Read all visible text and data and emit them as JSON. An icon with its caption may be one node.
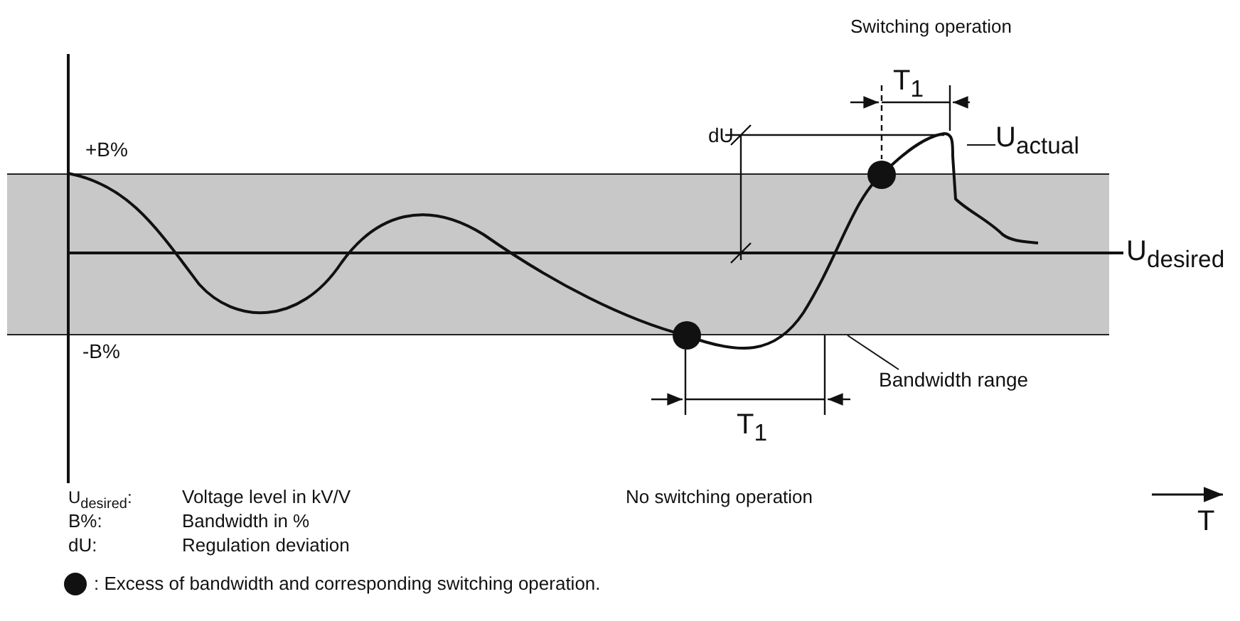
{
  "diagram": {
    "nodes": [
      {
        "text": [
          "Bandwidth range"
        ]
      },
      {
        "text": [],
        "shape": "bar"
      },
      {
        "text": [
          "U$_{actual}$"
        ]
      }
    ],
    "edges": [
      {
        "from": 0,
        "to": 1,
        "arrow": "none"
      },
      {
        "from": 2,
        "to": null,
        "arrow": "none"
      }
    ],
    "labels": [
      "Switching operation",
      "T$_{1}$",
      "dU",
      "+B%",
      "U$_{desired}$",
      "-B%",
      "T$_{1}$",
      "U$_{desired}$:",
      "Voltage level in kV/V",
      "No switching operation",
      "B%:",
      "Bandwidth in %",
      "T",
      "dU:",
      "Regulation deviation"
    ],
    "legend": [
      {
        "text": ": Excess of bandwidth and corresponding switching operation."
      }
    ]
  }
}
